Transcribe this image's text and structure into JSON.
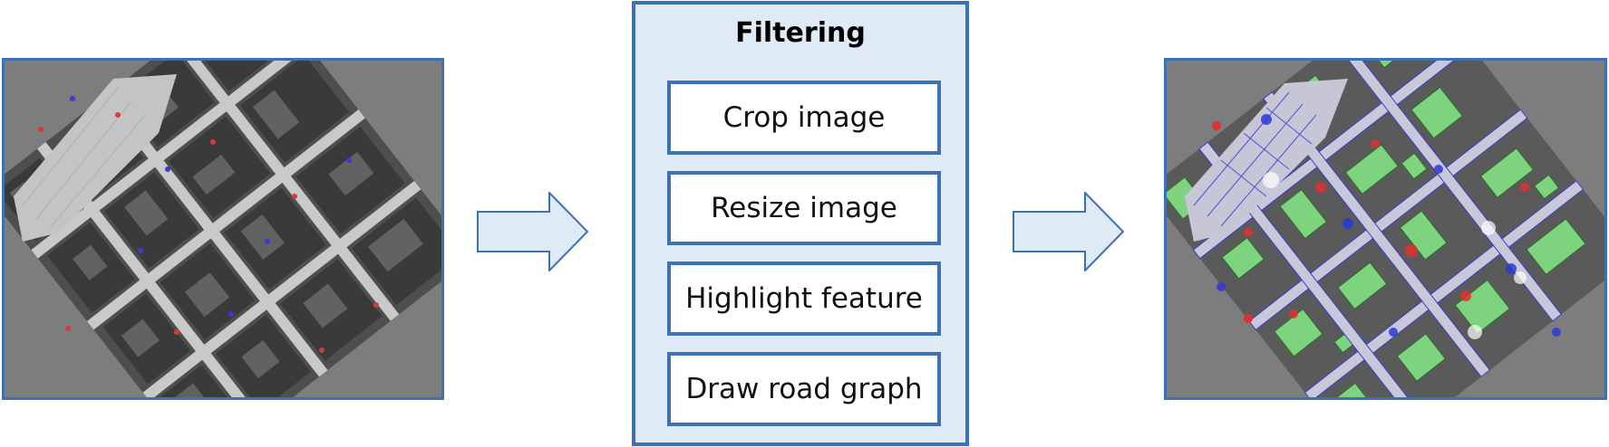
{
  "filter_box": {
    "title": "Filtering",
    "steps": [
      {
        "label": "Crop image"
      },
      {
        "label": "Resize image"
      },
      {
        "label": "Highlight feature"
      },
      {
        "label": "Draw road graph"
      }
    ]
  },
  "input_image": {
    "description_icon": "map-screenshot-grayscale"
  },
  "output_image": {
    "description_icon": "map-screenshot-highlighted"
  },
  "colors": {
    "panel_border": "#3c72b3",
    "panel_fill": "#deeaf6",
    "arrow_fill": "#deeaf6",
    "map_background": "#7d7d7d",
    "building_gray": "#585858",
    "road_light": "#c8c8c8",
    "highlight_green": "#7ed47e",
    "highlight_red": "#e03030",
    "highlight_blue": "#2c38d8"
  }
}
